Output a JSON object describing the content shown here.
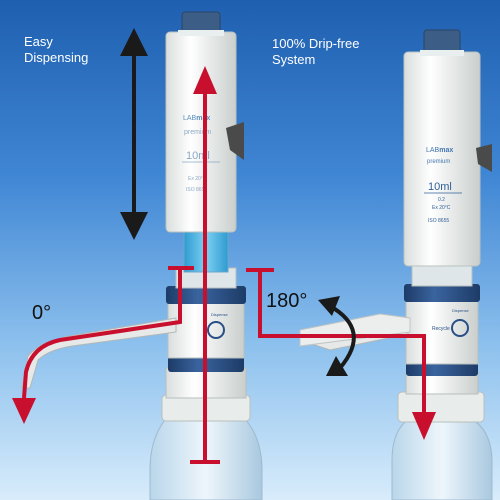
{
  "captions": {
    "left": "Easy\nDispensing",
    "right": "100% Drip-free\nSystem"
  },
  "angles": {
    "left": "0°",
    "right": "180°"
  },
  "label": {
    "brand_prefix": "LAB",
    "brand_name": "max",
    "line": "premium",
    "volume": "10ml",
    "sub_a": "0.2",
    "sub_b": "Ex 20°C",
    "standard": "ISO 8655"
  },
  "valve": {
    "dispense": "Dispense",
    "recycle": "Recycle"
  },
  "colors": {
    "arrow_red": "#c8102e",
    "arrow_black": "#1a1a1a",
    "body_white": "#f4f6f5",
    "valve_blue": "#2a4f86",
    "bottle": "#cfe2f0"
  }
}
